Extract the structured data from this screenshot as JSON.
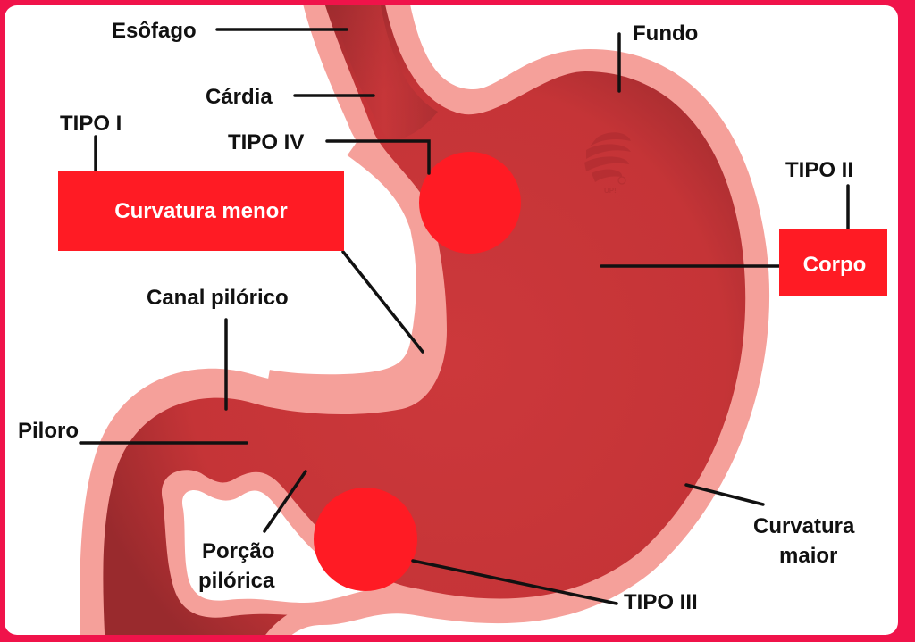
{
  "diagram": {
    "subject": "Estômago — classificação de úlceras (Tipos I a IV)",
    "colors": {
      "frame": "#f0134a",
      "background": "#ffffff",
      "stomach_wall": "#f5a09a",
      "stomach_inner": "#c9363a",
      "stomach_inner_dark": "#9c2a2e",
      "highlight": "#ff1b24",
      "label_text": "#111111",
      "box_text": "#ffffff"
    },
    "labels": {
      "esofago": "Esôfago",
      "cardia": "Cárdia",
      "fundo": "Fundo",
      "tipo_i": "TIPO I",
      "tipo_ii": "TIPO II",
      "tipo_iii": "TIPO III",
      "tipo_iv": "TIPO IV",
      "curvatura_menor": "Curvatura menor",
      "corpo": "Corpo",
      "canal_pilorico": "Canal pilórico",
      "piloro": "Piloro",
      "porcao_pilorica_1": "Porção",
      "porcao_pilorica_2": "pilórica",
      "curvatura_maior_1": "Curvatura",
      "curvatura_maior_2": "maior"
    },
    "watermark": {
      "icon": "spiral-globe-logo",
      "text": "UP!"
    }
  }
}
